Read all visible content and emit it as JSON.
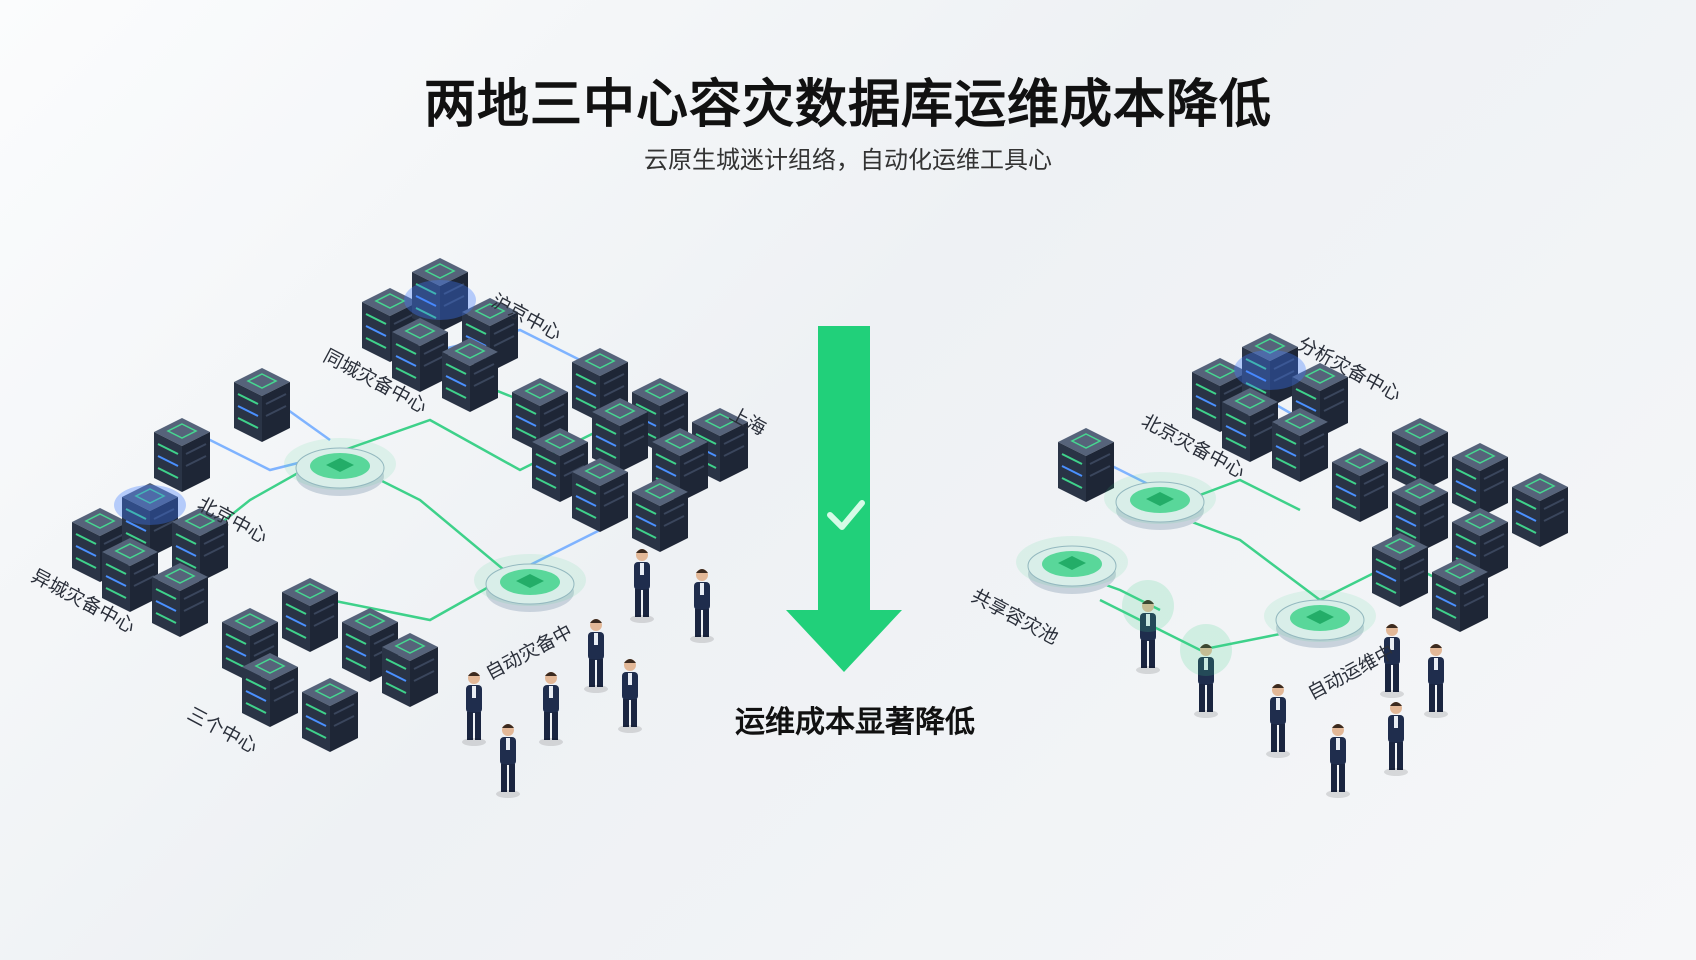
{
  "title": "两地三中心容灾数据库运维成本降低",
  "subtitle": "云原生城迷计组络，自动化运维工具心",
  "center_caption": "运维成本显著降低",
  "colors": {
    "accent_green": "#21d07a",
    "server_dark": "#2e3a4e",
    "link_green": "#3ed18a",
    "link_blue": "#7fb3ff"
  },
  "left_labels": [
    "沪京中心",
    "同城灾备中心",
    "上海",
    "北京中心",
    "异城灾备中心",
    "三个中心",
    "自动灾备中"
  ],
  "right_labels": [
    "分析灾备中心",
    "北京灾备中心",
    "共享容灾池",
    "自动运维中"
  ],
  "icons": [
    "down-arrow-icon",
    "check-icon"
  ]
}
